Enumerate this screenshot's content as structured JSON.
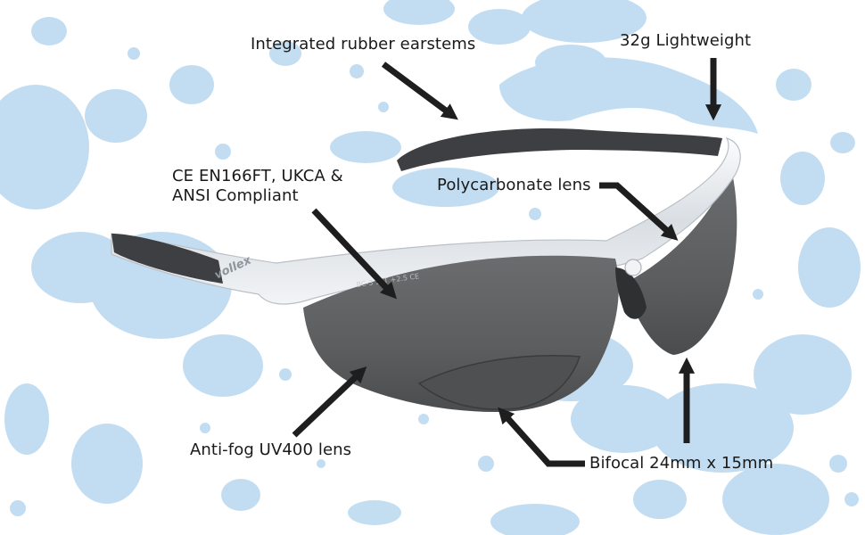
{
  "frame_logo": "vollex",
  "lens_marking": "BC-3 1FT +2.5 CE",
  "callouts": {
    "earstems": "Integrated rubber earstems",
    "weight": "32g Lightweight",
    "compliance_line1": "CE EN166FT, UKCA &",
    "compliance_line2": "ANSI Compliant",
    "polycarbonate": "Polycarbonate lens",
    "antifog": "Anti-fog UV400 lens",
    "bifocal": "Bifocal 24mm x 15mm"
  },
  "colors": {
    "splash": "#bcdaf0",
    "lens": "#5b5d5f",
    "frame": "#e4e8ec",
    "rubber": "#3d3f42",
    "arrow": "#1e1e1e",
    "text": "#1a1a1a"
  }
}
